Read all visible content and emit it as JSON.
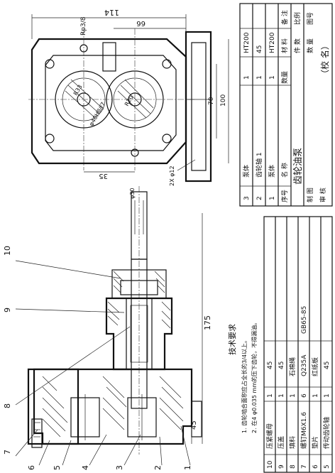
{
  "top_view": {
    "dim_114": "114",
    "dim_66": "66",
    "dim_rp": "Rp3/8",
    "dim_r_top": "R33",
    "dim_r_lower": "R20",
    "dim_phi": "φ40H8/f7",
    "dim_70": "70",
    "dim_100": "100",
    "dim_35": "35",
    "dim_2x": "2X φ12"
  },
  "parts_list_top": {
    "rows": [
      {
        "no": "3",
        "name": "泵体",
        "qty": "1",
        "material": "HT200",
        "note": ""
      },
      {
        "no": "2",
        "name": "齿轮轴 1",
        "qty": "1",
        "material": "45",
        "note": ""
      },
      {
        "no": "1",
        "name": "泵体",
        "qty": "1",
        "material": "HT200",
        "note": ""
      }
    ],
    "header": {
      "no": "序号",
      "name": "名 称",
      "qty": "数量",
      "material": "材 料",
      "note": "备 注"
    },
    "title": "齿轮油泵",
    "scale_label": "比例",
    "sheet_label": "图号",
    "drawn_label": "制 图",
    "check_label": "审 核",
    "qty_label": "数 量",
    "weight_label": "件 数",
    "school": "（校 名）"
  },
  "section_view": {
    "dim_top_phi": "φ30",
    "dim_175": "175",
    "dim_45": "45"
  },
  "balloons": [
    "10",
    "9",
    "8",
    "7",
    "6",
    "5",
    "4",
    "3",
    "2",
    "1"
  ],
  "tech_req": {
    "title": "技术要求",
    "line1": "1. 齿轮啮合面积应占全长的3/4以上。",
    "line2": "2. 在4 φ0.035 mm的压下齿轮，不得漏油。"
  },
  "parts_list_bottom": {
    "rows": [
      {
        "no": "10",
        "name": "压紧螺母",
        "qty": "1",
        "material": "45",
        "note": ""
      },
      {
        "no": "9",
        "name": "压盖",
        "qty": "1",
        "material": "45",
        "note": ""
      },
      {
        "no": "8",
        "name": "填料",
        "qty": "1",
        "material": "石棉绳",
        "note": ""
      },
      {
        "no": "7",
        "name": "螺钉M6X1.6",
        "qty": "6",
        "material": "Q235A",
        "note": "GB65-85"
      },
      {
        "no": "6",
        "name": "垫片",
        "qty": "1",
        "material": "红纸板",
        "note": ""
      },
      {
        "no": "5",
        "name": "传动齿轮轴",
        "qty": "1",
        "material": "45",
        "note": ""
      }
    ]
  }
}
